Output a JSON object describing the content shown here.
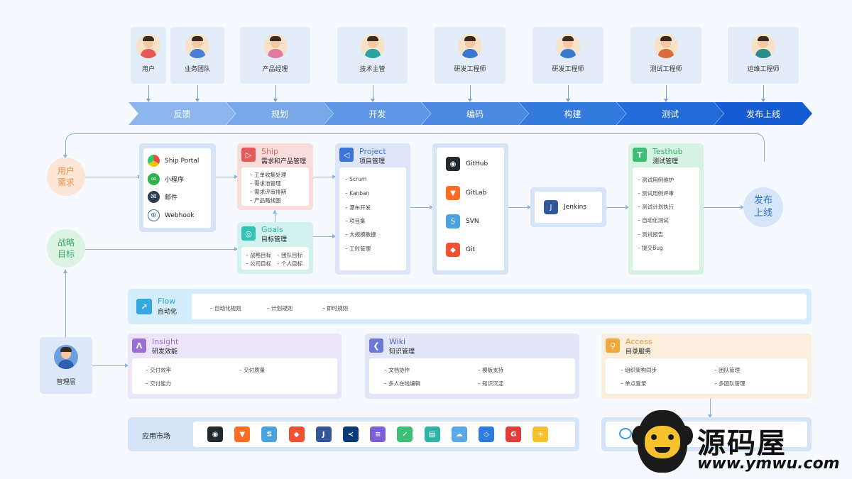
{
  "roles": [
    {
      "label": "用户",
      "shirt": "#e85a5a"
    },
    {
      "label": "业务团队",
      "shirt": "#4a7ed6"
    },
    {
      "label": "产品经理",
      "shirt": "#e27a9f"
    },
    {
      "label": "技术主管",
      "shirt": "#29a3a3"
    },
    {
      "label": "研发工程师",
      "shirt": "#3b78d2"
    },
    {
      "label": "研发工程师",
      "shirt": "#3b78d2"
    },
    {
      "label": "测试工程师",
      "shirt": "#d96c3a"
    },
    {
      "label": "运维工程师",
      "shirt": "#2b8c8c"
    }
  ],
  "stages": [
    "反馈",
    "规划",
    "开发",
    "编码",
    "构建",
    "测试",
    "发布上线"
  ],
  "left_circles": {
    "demand": {
      "line1": "用户",
      "line2": "需求"
    },
    "goal": {
      "line1": "战略",
      "line2": "目标"
    }
  },
  "release_circle": {
    "line1": "发布",
    "line2": "上线"
  },
  "channels": [
    "Ship Portal",
    "小程序",
    "邮件",
    "Webhook"
  ],
  "ship": {
    "title": "Ship",
    "subtitle": "需求和产品管理",
    "items": [
      "工单收集处理",
      "需求池管理",
      "需求评审排期",
      "产品路线图"
    ]
  },
  "goals": {
    "title": "Goals",
    "subtitle": "目标管理",
    "items": [
      "战略目标",
      "团队目标",
      "公司目标",
      "个人目标"
    ]
  },
  "project": {
    "title": "Project",
    "subtitle": "项目管理",
    "items": [
      "Scrum",
      "Kanban",
      "瀑布开发",
      "项目集",
      "大规模敏捷",
      "工时管理"
    ]
  },
  "repos": [
    "GitHub",
    "GitLab",
    "SVN",
    "Git"
  ],
  "jenkins": "Jenkins",
  "testhub": {
    "title": "Testhub",
    "subtitle": "测试管理",
    "items": [
      "测试用例维护",
      "测试用例评审",
      "测试计划执行",
      "自动化测试",
      "测试报告",
      "提交Bug"
    ]
  },
  "flow": {
    "title": "Flow",
    "subtitle": "自动化",
    "items": [
      "自动化规则",
      "计划规则",
      "即时规则"
    ]
  },
  "manager": "管理层",
  "insight": {
    "title": "Insight",
    "subtitle": "研发效能",
    "items": [
      "交付效率",
      "交付质量",
      "交付能力"
    ]
  },
  "wiki": {
    "title": "Wiki",
    "subtitle": "知识管理",
    "items": [
      "文档协作",
      "模板支持",
      "多人在线编辑",
      "知识沉淀"
    ]
  },
  "access": {
    "title": "Access",
    "subtitle": "目录服务",
    "items": [
      "组织架构同步",
      "团队管理",
      "单点登录",
      "多团队管理"
    ]
  },
  "market": {
    "label": "应用市场",
    "apps": [
      {
        "icon": "github-icon",
        "color": "#24292e",
        "glyph": "◉"
      },
      {
        "icon": "gitlab-icon",
        "color": "#fc6d26",
        "glyph": "▼"
      },
      {
        "icon": "svn-icon",
        "color": "#4aa3df",
        "glyph": "S"
      },
      {
        "icon": "git-icon",
        "color": "#f05133",
        "glyph": "◆"
      },
      {
        "icon": "jenkins-icon",
        "color": "#335599",
        "glyph": "J"
      },
      {
        "icon": "vscode-icon",
        "color": "#0b3a78",
        "glyph": "≺"
      },
      {
        "icon": "note-icon",
        "color": "#7b5fd6",
        "glyph": "≡"
      },
      {
        "icon": "check-icon",
        "color": "#3dbf76",
        "glyph": "✓"
      },
      {
        "icon": "doc-icon",
        "color": "#2fb3a7",
        "glyph": "▤"
      },
      {
        "icon": "cloud-icon",
        "color": "#5aa8e8",
        "glyph": "☁"
      },
      {
        "icon": "jira-icon",
        "color": "#2f7ce0",
        "glyph": "◇"
      },
      {
        "icon": "g-icon",
        "color": "#e23b3b",
        "glyph": "G"
      },
      {
        "icon": "bulb-icon",
        "color": "#f5c12e",
        "glyph": "☀"
      }
    ]
  },
  "watermark": {
    "name": "源码屋",
    "url": "www.ymwu.com"
  }
}
